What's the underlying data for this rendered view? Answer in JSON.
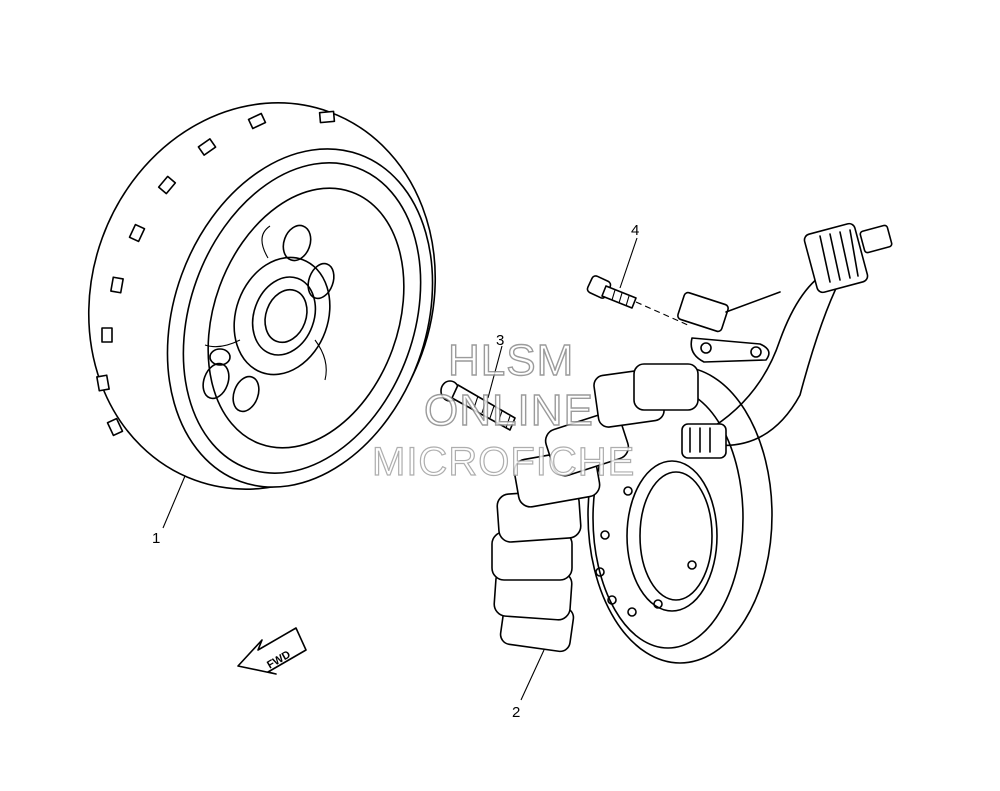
{
  "callouts": [
    {
      "id": "flywheel",
      "label": "1"
    },
    {
      "id": "stator",
      "label": "2"
    },
    {
      "id": "stator-bolt",
      "label": "3"
    },
    {
      "id": "sensor-bolt",
      "label": "4"
    }
  ],
  "fwd_label": "FWD",
  "watermark": {
    "line1": "HLSM",
    "line2": "ONLINE",
    "line3": "MICROFICHE"
  }
}
